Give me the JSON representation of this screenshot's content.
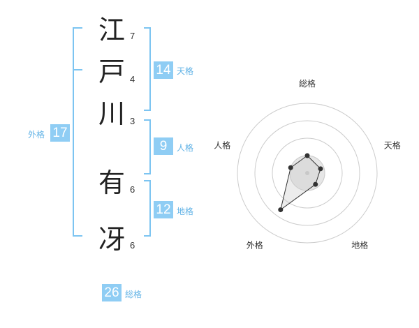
{
  "name": {
    "characters": [
      {
        "char": "江",
        "strokes": "7"
      },
      {
        "char": "戸",
        "strokes": "4"
      },
      {
        "char": "川",
        "strokes": "3"
      },
      {
        "char": "有",
        "strokes": "6"
      },
      {
        "char": "冴",
        "strokes": "6"
      }
    ]
  },
  "fortunes": {
    "tenkaku": {
      "value": "14",
      "label": "天格"
    },
    "jinkaku": {
      "value": "9",
      "label": "人格"
    },
    "chikaku": {
      "value": "12",
      "label": "地格"
    },
    "gaikaku": {
      "value": "17",
      "label": "外格"
    },
    "soukaku": {
      "value": "26",
      "label": "総格"
    }
  },
  "colors": {
    "accent": "#8fcdf4",
    "accent_text": "#62b3e6",
    "bracket": "#7cc4f1",
    "radar_ring": "#cccccc",
    "radar_fill": "#e6e6e6",
    "point": "#333333"
  },
  "chart_data": {
    "type": "radar",
    "axes": [
      "総格",
      "天格",
      "地格",
      "外格",
      "人格"
    ],
    "values": [
      0.25,
      0.2,
      0.2,
      0.65,
      0.25
    ],
    "max": 1,
    "rings": 4
  }
}
